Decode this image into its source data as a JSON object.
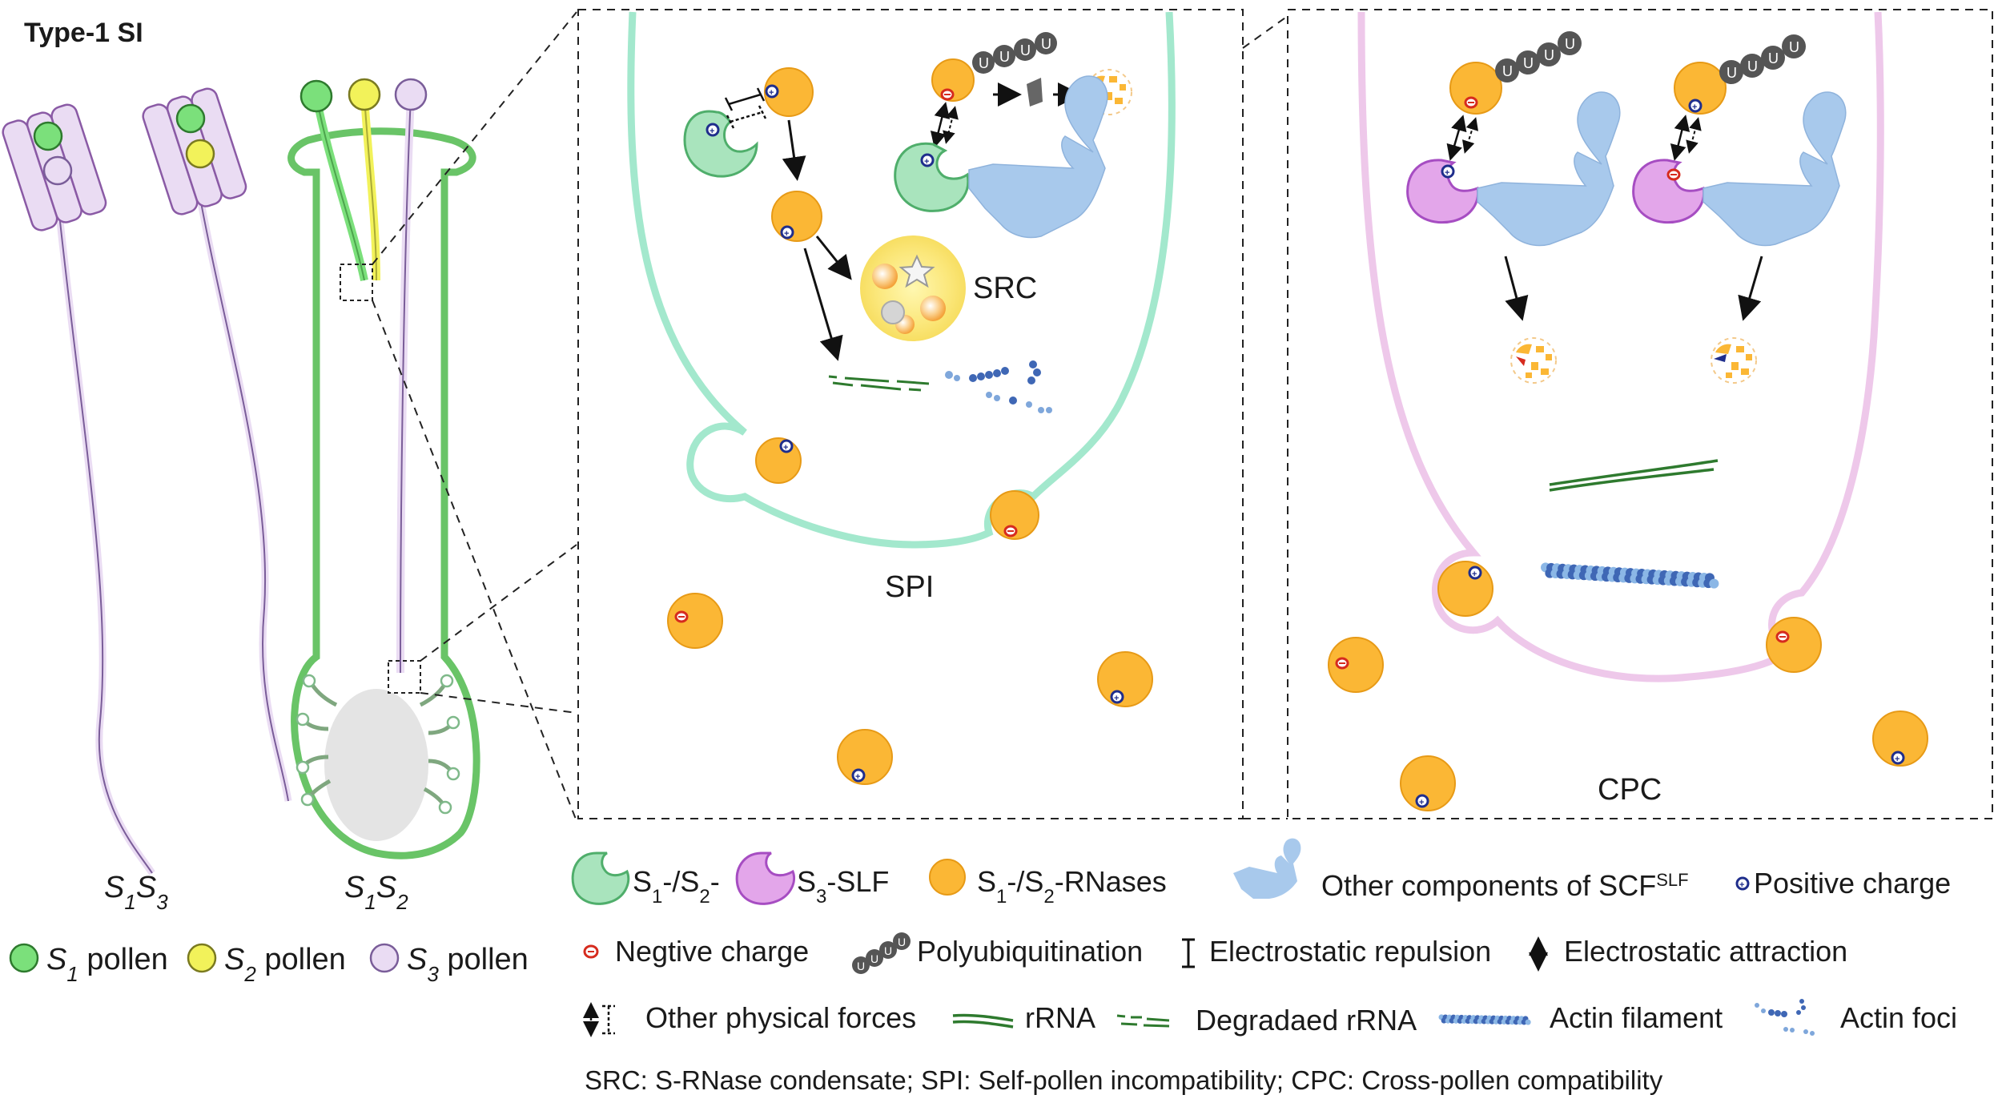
{
  "title": "Type-1 SI",
  "styles": {
    "left_genotype": [
      "S",
      "1",
      "S",
      "3"
    ],
    "right_genotype": [
      "S",
      "1",
      "S",
      "2"
    ]
  },
  "pollen_legend": [
    {
      "s": "S",
      "sub": "1",
      "label": " pollen",
      "color": "#7be07b"
    },
    {
      "s": "S",
      "sub": "2",
      "label": " pollen",
      "color": "#f2f25a"
    },
    {
      "s": "S",
      "sub": "3",
      "label": " pollen",
      "color": "#eadcf3"
    }
  ],
  "panel_labels": {
    "src": "SRC",
    "spi": "SPI",
    "cpc": "CPC"
  },
  "ubiquitin": "U",
  "legend": {
    "slf_self": {
      "prefix": "S",
      "sub1": "1",
      "mid": "-/S",
      "sub2": "2",
      "suffix": "-"
    },
    "slf_cross": {
      "prefix": "S",
      "sub1": "3",
      "suffix": "-SLF"
    },
    "rnases": {
      "prefix": "S",
      "sub1": "1",
      "mid": "-/S",
      "sub2": "2",
      "suffix": "-RNases"
    },
    "scf": {
      "text": "Other components of SCF",
      "sup": "SLF"
    },
    "positive": "Positive charge",
    "negative": "Negtive charge",
    "polyub": "Polyubiquitination",
    "repulsion": "Electrostatic repulsion",
    "attraction": "Electrostatic attraction",
    "other_forces": "Other physical forces",
    "rrna": "rRNA",
    "degraded_rrna": "Degradaed rRNA",
    "actin_filament": "Actin filament",
    "actin_foci": "Actin foci",
    "footnote": "SRC: S-RNase condensate; SPI: Self-pollen incompatibility; CPC: Cross-pollen compatibility"
  },
  "colors": {
    "rnase": "#fbb735",
    "rnase_stroke": "#e79a16",
    "slf_self": "#a9e4bd",
    "slf_self_stroke": "#4fae6b",
    "slf_cross": "#e3a6ea",
    "slf_cross_stroke": "#a64dc2",
    "scf": "#a8c9ec",
    "tube_left": "#a3e8cd",
    "tube_right": "#eec8ea",
    "style_green": "#69c467",
    "positive": "#1f2e8c",
    "negative": "#d62b1e",
    "ubiquitin": "#555555",
    "rrna": "#2e7a2e",
    "actin": "#3f67b5"
  }
}
